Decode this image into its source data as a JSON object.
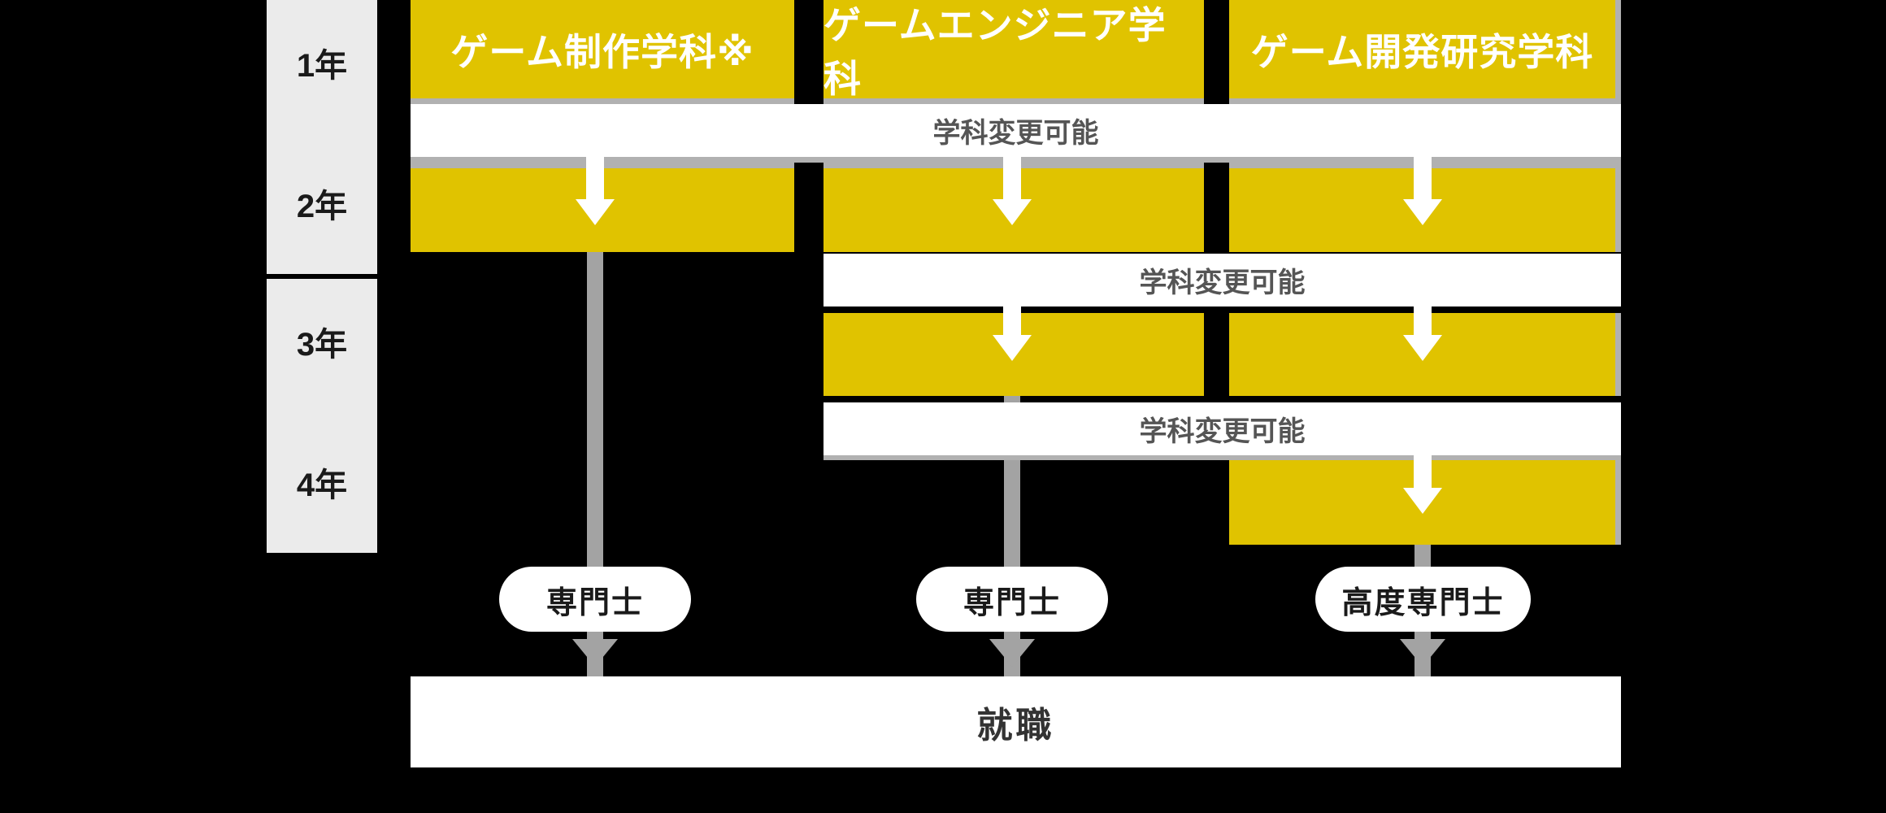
{
  "diagram": {
    "description": "Department curriculum flow chart: years 1-4, three game departments, transfer bands, credentials, employment"
  },
  "years": [
    "1年",
    "2年",
    "3年",
    "4年"
  ],
  "departments": [
    "ゲーム制作学科※",
    "ゲームエンジニア学科",
    "ゲーム開発研究学科"
  ],
  "transfer_bands": [
    "学科変更可能",
    "学科変更可能",
    "学科変更可能"
  ],
  "credentials": [
    "専門士",
    "専門士",
    "高度専門士"
  ],
  "outcome": "就職",
  "colors": {
    "background": "#000000",
    "department_yellow": "#e0c300",
    "year_axis_bg": "#ebebeb",
    "separator_gray": "#b1b1b1",
    "connector_gray": "#a3a3a3",
    "band_text": "#555555",
    "dark_text": "#1a1a1a"
  }
}
